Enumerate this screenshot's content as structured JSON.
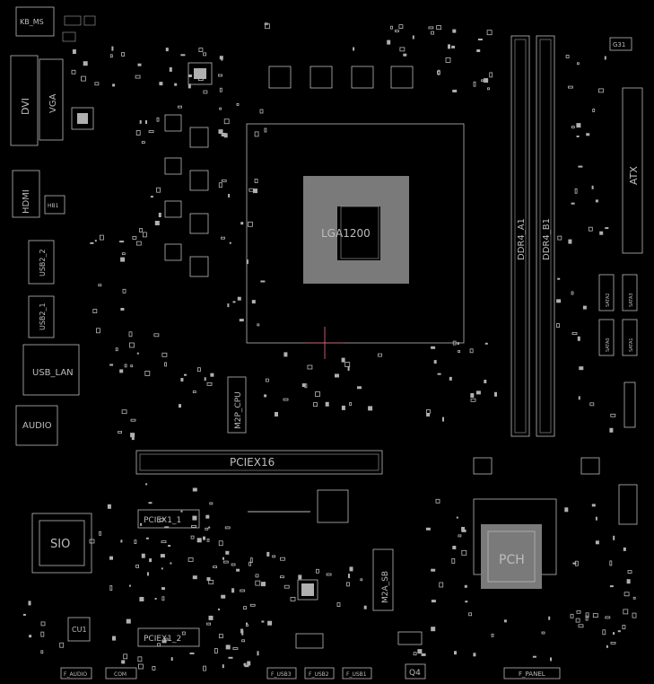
{
  "board": {
    "labels": {
      "kb_ms": "KB_MS",
      "dvi": "DVI",
      "vga": "VGA",
      "hdmi": "HDMI",
      "usb2_top": "USB2_2",
      "usb2_bottom": "USB2_1",
      "usb_lan": "USB_LAN",
      "audio": "AUDIO",
      "sio": "SIO",
      "cpu_socket": "LGA1200",
      "m2p_cpu": "M2P_CPU",
      "pciex16": "PCIEX16",
      "pciex1_1": "PCIEX1_1",
      "pciex1_2": "PCIEX1_2",
      "m2a_sb": "M2A_SB",
      "pch": "PCH",
      "ddr4_a1": "DDR4_A1",
      "ddr4_b1": "DDR4_B1",
      "atx": "ATX",
      "f_audio": "F_AUDIO",
      "com": "COM",
      "f_usb3": "F_USB3",
      "f_usb2": "F_USB2",
      "f_usb1": "F_USB1",
      "q4": "Q4",
      "f_panel": "F_PANEL",
      "cu1": "CU1",
      "hb1": "HB1",
      "g31": "G31",
      "sata": [
        "SATA2",
        "SATA3",
        "SATA0",
        "SATA1"
      ]
    }
  }
}
